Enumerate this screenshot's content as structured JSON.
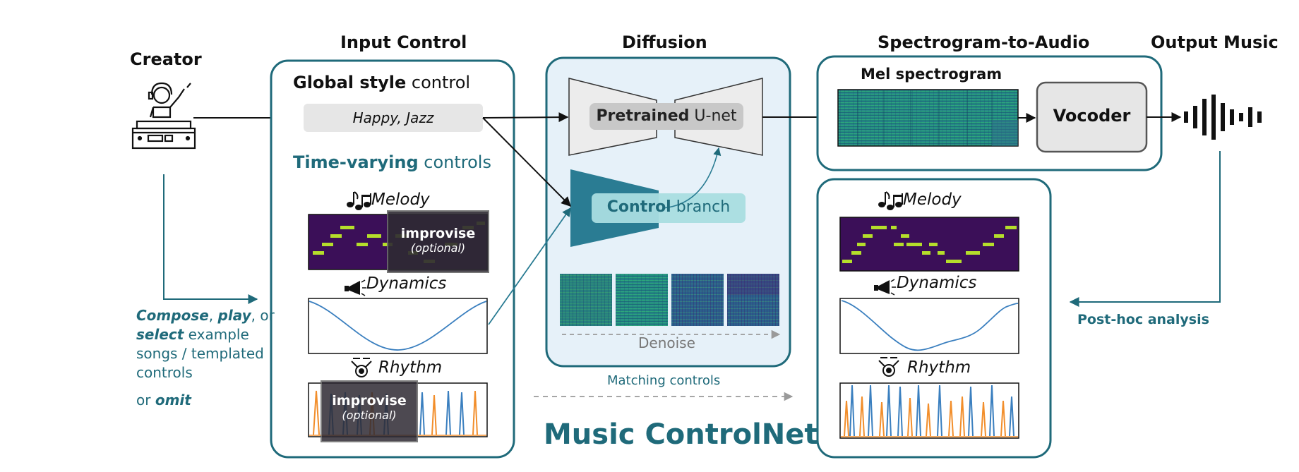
{
  "headers": {
    "creator": "Creator",
    "input_control": "Input Control",
    "diffusion": "Diffusion",
    "spec_to_audio": "Spectrogram-to-Audio",
    "output_music": "Output Music"
  },
  "input": {
    "global_bold": "Global style",
    "global_rest": " control",
    "style_tags": "Happy,  Jazz",
    "time_bold": "Time-varying",
    "time_rest": " controls",
    "melody": "Melody",
    "dynamics": "Dynamics",
    "rhythm": "Rhythm",
    "improvise": "improvise",
    "optional": "(optional)"
  },
  "diffusion": {
    "unet_bold": "Pretrained",
    "unet_rest": " U-net",
    "control_bold": "Control",
    "control_rest": " branch",
    "denoise": "Denoise"
  },
  "spec": {
    "mel": "Mel spectrogram",
    "vocoder": "Vocoder"
  },
  "output_controls": {
    "melody": "Melody",
    "dynamics": "Dynamics",
    "rhythm": "Rhythm"
  },
  "creator_text": {
    "compose": "Compose",
    "comma1": ", ",
    "play": "play",
    "or1": ", or",
    "select": "select",
    "example": " example",
    "line3": "songs / templated",
    "line4": "controls",
    "or2": "or ",
    "omit": "omit"
  },
  "matching_controls": "Matching controls",
  "post_hoc": "Post-hoc analysis",
  "title": "Music ControlNet",
  "colors": {
    "teal": "#1f6a7a",
    "teal_dark": "#2a7c93",
    "teal_light": "#a9dde0",
    "panel_bg": "#e6f1f9",
    "gray_box": "#e6e6e6",
    "viridis_bg": "#3b0f58",
    "viridis_note": "#b5de2b",
    "blue_line": "#3a7fbf",
    "orange_line": "#f28e2b"
  }
}
